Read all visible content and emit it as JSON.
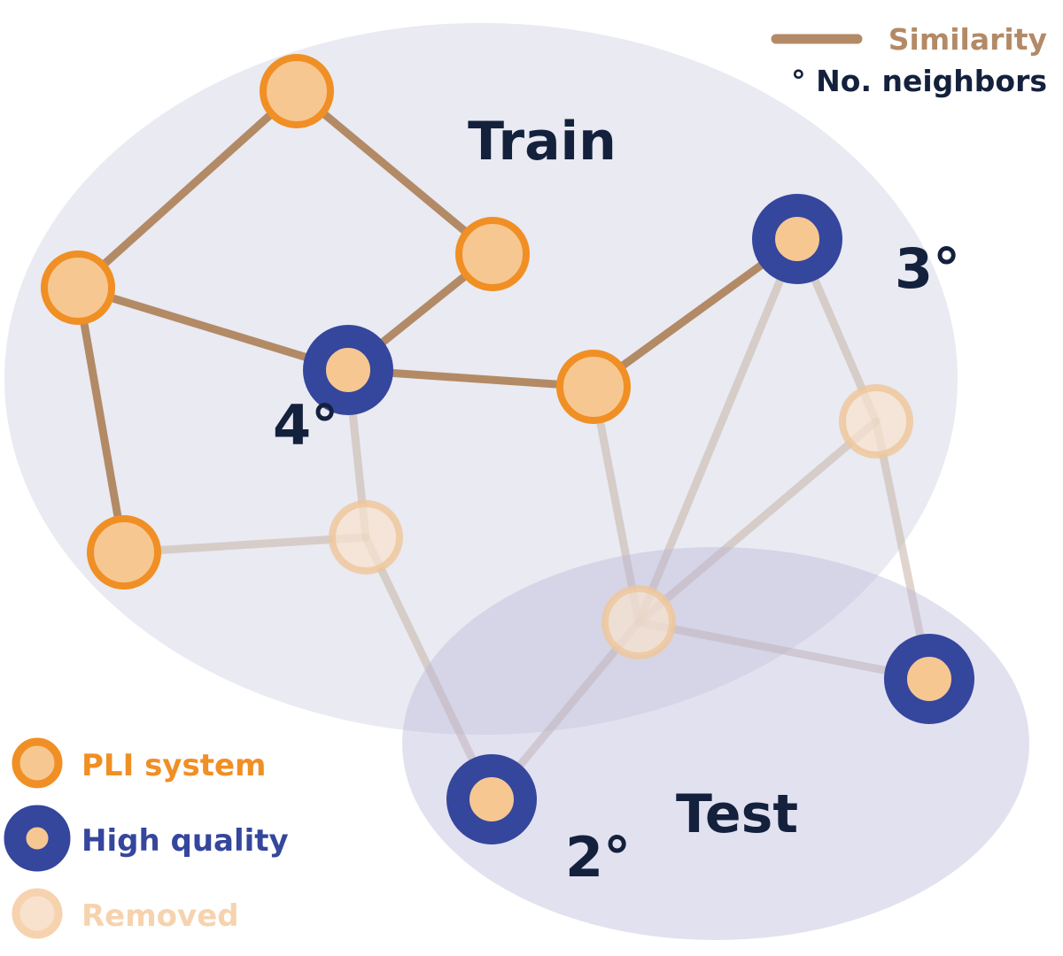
{
  "colors": {
    "train_region": "#e9eaf2",
    "test_region": "#cfcde6",
    "edge_strong": "#b38a66",
    "edge_faded": "#dacfc9",
    "pli_stroke": "#f08f24",
    "node_fill": "#f7c792",
    "hq_stroke": "#35469d",
    "removed_stroke": "#f3cfa8",
    "removed_fill": "#f8e2cd",
    "text_dark": "#14213d"
  },
  "regions": {
    "train_label": "Train",
    "test_label": "Test"
  },
  "legend_top": {
    "similarity": "Similarity",
    "neighbors": "° No. neighbors"
  },
  "legend_bottom": {
    "pli": "PLI system",
    "hq": "High quality",
    "removed": "Removed"
  },
  "graph": {
    "nodes": [
      {
        "id": "A",
        "type": "pli"
      },
      {
        "id": "B",
        "type": "pli"
      },
      {
        "id": "C",
        "type": "pli"
      },
      {
        "id": "D",
        "type": "hq",
        "degree_label": "4°"
      },
      {
        "id": "E",
        "type": "pli"
      },
      {
        "id": "F",
        "type": "hq",
        "degree_label": "3°"
      },
      {
        "id": "G",
        "type": "pli"
      },
      {
        "id": "H",
        "type": "removed"
      },
      {
        "id": "I",
        "type": "removed"
      },
      {
        "id": "J",
        "type": "removed"
      },
      {
        "id": "K",
        "type": "hq"
      },
      {
        "id": "L",
        "type": "hq",
        "degree_label": "2°"
      }
    ],
    "edges": [
      {
        "from": "A",
        "to": "B",
        "style": "strong"
      },
      {
        "from": "A",
        "to": "C",
        "style": "strong"
      },
      {
        "from": "B",
        "to": "D",
        "style": "strong"
      },
      {
        "from": "C",
        "to": "D",
        "style": "strong"
      },
      {
        "from": "B",
        "to": "G",
        "style": "strong"
      },
      {
        "from": "D",
        "to": "E",
        "style": "strong"
      },
      {
        "from": "E",
        "to": "F",
        "style": "strong"
      },
      {
        "from": "G",
        "to": "H",
        "style": "faded"
      },
      {
        "from": "D",
        "to": "H",
        "style": "faded"
      },
      {
        "from": "H",
        "to": "L",
        "style": "faded"
      },
      {
        "from": "E",
        "to": "J",
        "style": "faded"
      },
      {
        "from": "F",
        "to": "J",
        "style": "faded"
      },
      {
        "from": "F",
        "to": "I",
        "style": "faded"
      },
      {
        "from": "I",
        "to": "J",
        "style": "faded"
      },
      {
        "from": "I",
        "to": "K",
        "style": "faded"
      },
      {
        "from": "J",
        "to": "K",
        "style": "faded"
      },
      {
        "from": "J",
        "to": "L",
        "style": "faded"
      }
    ]
  }
}
